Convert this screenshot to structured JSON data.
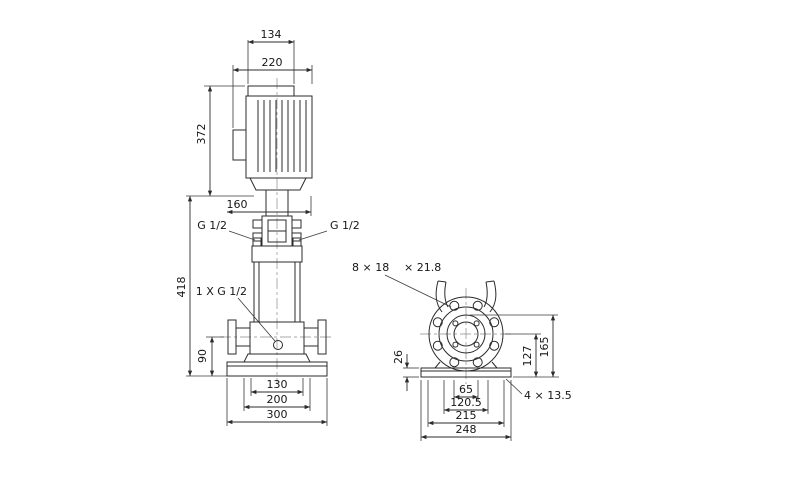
{
  "front_view": {
    "dim_134": "134",
    "dim_220": "220",
    "dim_372": "372",
    "dim_160": "160",
    "port_left": "G 1/2",
    "port_right": "G 1/2",
    "drain_port": "1 X G 1/2",
    "dim_418": "418",
    "dim_90": "90",
    "dim_130": "130",
    "dim_200": "200",
    "dim_300": "300"
  },
  "side_view": {
    "bolt_callout_count": "8 × 18",
    "bolt_callout_depth": "× 21.8",
    "dim_127": "127",
    "dim_165": "165",
    "dim_26": "26",
    "base_hole_callout": "4 × 13.5",
    "dim_65": "65",
    "dim_120_5": "120.5",
    "dim_215": "215",
    "dim_248": "248"
  },
  "colors": {
    "line": "#2b2b2b",
    "background": "#ffffff"
  }
}
